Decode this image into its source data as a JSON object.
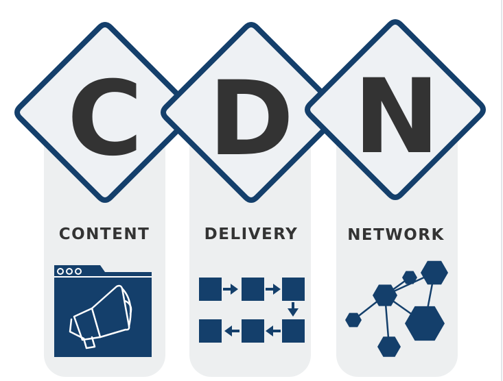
{
  "letters": [
    "C",
    "D",
    "N"
  ],
  "words": [
    "CONTENT",
    "DELIVERY",
    "NETWORK"
  ],
  "icons": [
    "megaphone-browser-icon",
    "flowchart-icon",
    "network-nodes-icon"
  ],
  "colors": {
    "navy": "#143F6B",
    "panel": "#EDEFF0",
    "diamond_fill": "#EEF1F4",
    "text": "#333333",
    "background": "#FFFFFF"
  }
}
